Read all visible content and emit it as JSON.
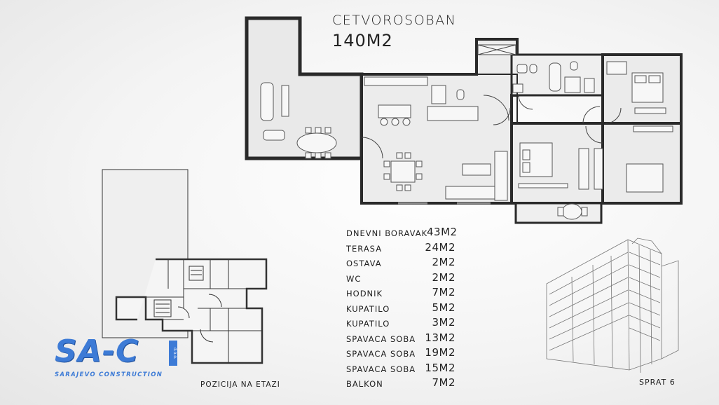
{
  "plan": {
    "title": "CETVOROSOBAN",
    "area": "140M2"
  },
  "rooms": [
    {
      "name": "DNEVNI BORAVAK",
      "area": "43M2"
    },
    {
      "name": "TERASA",
      "area": "24M2"
    },
    {
      "name": "OSTAVA",
      "area": "2M2"
    },
    {
      "name": "WC",
      "area": "2M2"
    },
    {
      "name": "HODNIK",
      "area": "7M2"
    },
    {
      "name": "KUPATILO",
      "area": "5M2"
    },
    {
      "name": "KUPATILO",
      "area": "3M2"
    },
    {
      "name": "SPAVACA SOBA",
      "area": "13M2"
    },
    {
      "name": "SPAVACA SOBA",
      "area": "19M2"
    },
    {
      "name": "SPAVACA SOBA",
      "area": "15M2"
    },
    {
      "name": "BALKON",
      "area": "7M2"
    }
  ],
  "labels": {
    "position": "POZICIJA NA ETAZI",
    "floor": "SPRAT 6"
  },
  "logo": {
    "mark": "SA-C",
    "subtitle": "SARAJEVO CONSTRUCTION",
    "tag": "d.o.o."
  },
  "colors": {
    "wall": "#2a2a2a",
    "floor": "#e9e9e9",
    "logo": "#3d7bd6"
  },
  "icons": [
    "sofa-icon",
    "dining-table-icon",
    "bed-icon",
    "toilet-icon",
    "bathtub-icon",
    "shower-icon",
    "kitchen-counter-icon",
    "building-sketch-icon"
  ]
}
